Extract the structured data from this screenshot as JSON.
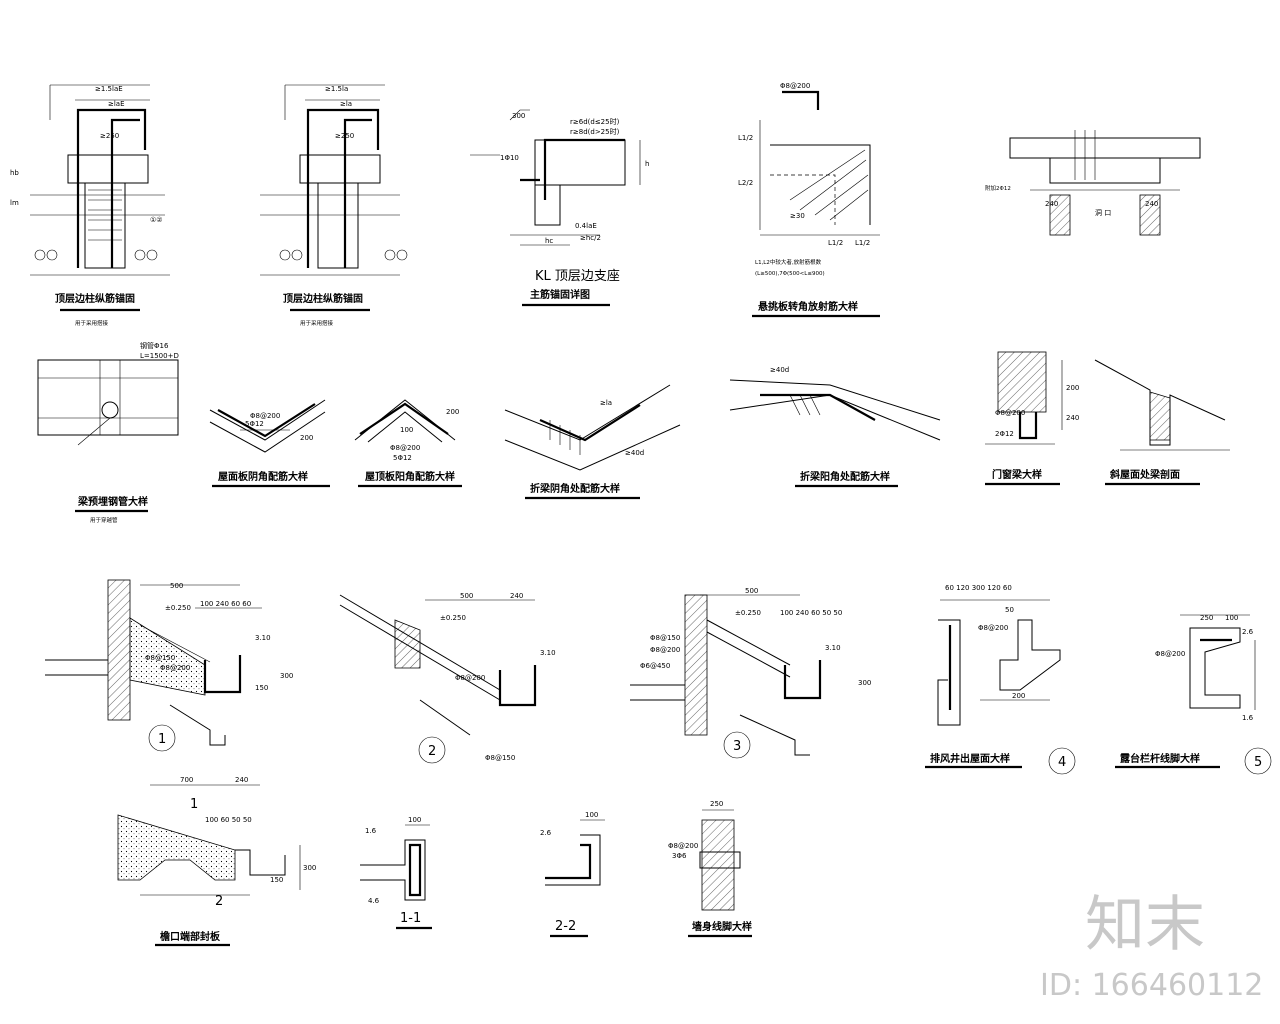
{
  "row1": {
    "d1": {
      "title": "顶层边柱纵筋锚固",
      "note": "用于采用搭接",
      "dim_top": "≥1.5laE",
      "dim_lae": "≥laE",
      "dim_250": "≥250",
      "lbl_hb": "hb",
      "lbl_lm": "lm",
      "circ": "①②"
    },
    "d2": {
      "title": "顶层边柱纵筋锚固",
      "note": "用于采用搭接",
      "dim_top": "≥1.5la",
      "dim_la": "≥la",
      "dim_250": "≥250"
    },
    "d3": {
      "title_a": "KL 顶层边支座",
      "title_b": "主筋锚固详图",
      "lbl_300": "300",
      "lbl_1d10": "1Φ10",
      "r1": "r≥6d(d≤25时)",
      "r2": "r≥8d(d>25时)",
      "lbl_hc": "hc",
      "lbl_h": "h",
      "lbl_hc2": "≥hc/2",
      "lbl_04": "0.4laE"
    },
    "d4": {
      "title": "悬挑板转角放射筋大样",
      "lbl_l2a": "L1/2",
      "lbl_l2b": "L2/2",
      "lbl_l1": "L1/2",
      "lbl_l1b": "L1/2",
      "lbl_30": "≥30",
      "lbl_6200": "Φ8@200",
      "note1": "L1,L2中较大者,放射筋根数",
      "note2": "(L≥500),7Φ(500<L≤900)"
    },
    "d5": {
      "lbl_240a": "240",
      "lbl_240b": "240",
      "lbl_hole": "洞 口",
      "lbl_2d12": "附加2Φ12"
    }
  },
  "row2": {
    "d6": {
      "title": "梁预埋钢管大样",
      "note": "用于穿越管",
      "lbl_l": "L=1500+D",
      "lbl_16": "钢管Φ16"
    },
    "d7": {
      "title": "屋面板阴角配筋大样",
      "lbl_512": "5Φ12",
      "lbl_6200": "Φ8@200",
      "lbl_200": "200"
    },
    "d8": {
      "title": "屋顶板阳角配筋大样",
      "lbl_512": "5Φ12",
      "lbl_6200": "Φ8@200",
      "lbl_200": "200",
      "lbl_100": "100"
    },
    "d9": {
      "title": "折梁阴角处配筋大样",
      "lbl_la": "≥la",
      "lbl_40": "≥40d"
    },
    "d10": {
      "title": "折梁阳角处配筋大样",
      "lbl_40": "≥40d"
    },
    "d11": {
      "title": "门窗梁大样",
      "lbl_6200": "Φ8@200",
      "lbl_212": "2Φ12",
      "lbl_200": "200",
      "lbl_240": "240"
    },
    "d12": {
      "title": "斜屋面处梁剖面"
    }
  },
  "row3": {
    "d13": {
      "num": "1",
      "lbl_500": "500",
      "lbl_8150": "Φ8@150",
      "lbl_8200": "Φ8@200",
      "lbl_300": "300",
      "lbl_150": "150",
      "lbl_310": "3.10",
      "lbl_lev": "±0.250",
      "lbl_dims": "100 240 60 60"
    },
    "d14": {
      "num": "2",
      "lbl_500": "500",
      "lbl_240": "240",
      "lbl_8150": "Φ8@150",
      "lbl_8200": "Φ8@200",
      "lbl_310": "3.10",
      "lbl_lev": "±0.250"
    },
    "d15": {
      "num": "3",
      "lbl_500": "500",
      "lbl_8150": "Φ8@150",
      "lbl_8200": "Φ8@200",
      "lbl_6450": "Φ6@450",
      "lbl_310": "3.10",
      "lbl_lev": "±0.250",
      "lbl_300": "300",
      "lbl_dims": "100 240 60 50 50"
    },
    "d16": {
      "num": "4",
      "title": "排风井出屋面大样",
      "lbl_dims": "60 120 300 120 60",
      "lbl_50": "50",
      "lbl_8200": "Φ8@200",
      "lbl_200": "200"
    },
    "d17": {
      "num": "5",
      "title": "露台栏杆线脚大样",
      "lbl_250": "250",
      "lbl_100": "100",
      "lbl_8200": "Φ8@200",
      "lbl_26": "2.6",
      "lbl_16": "1.6"
    }
  },
  "row4": {
    "d18": {
      "title": "檐口端部封板",
      "lbl_700": "700",
      "lbl_240": "240",
      "lbl_dims": "100 60 50 50",
      "lbl_300": "300",
      "lbl_150": "150",
      "lbl_2": "2",
      "lbl_1": "1"
    },
    "d19": {
      "title": "1-1",
      "lbl_16": "1.6",
      "lbl_100": "100",
      "lbl_46": "4.6"
    },
    "d20": {
      "title": "2-2",
      "lbl_26": "2.6",
      "lbl_100": "100"
    },
    "d21": {
      "title": "墙身线脚大样",
      "lbl_250": "250",
      "lbl_8200": "Φ8@200",
      "lbl_306": "3Φ6"
    }
  },
  "watermark": {
    "brand": "知末",
    "id": "ID: 166460112"
  }
}
